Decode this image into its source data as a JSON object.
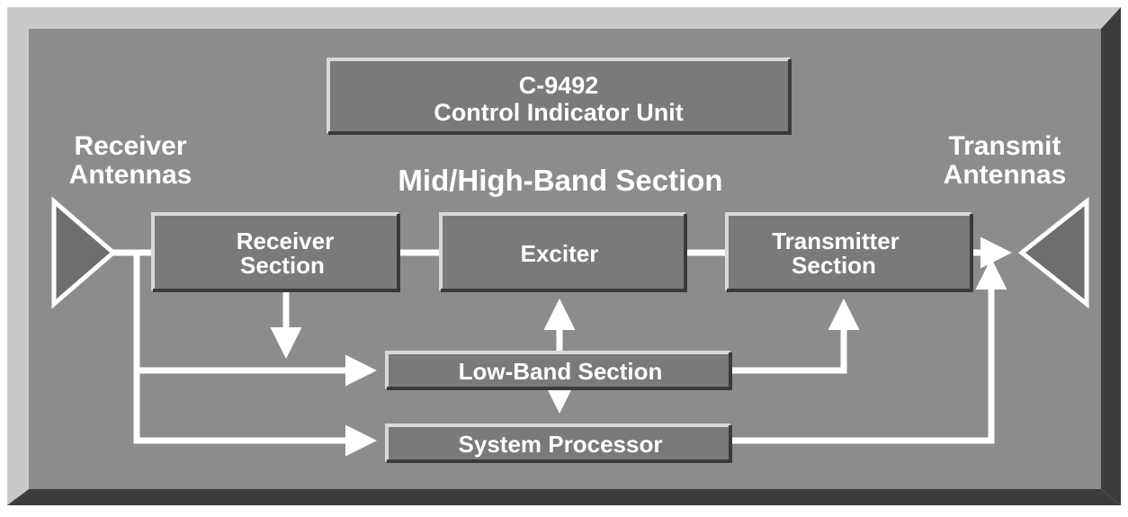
{
  "header": {
    "line1": "C-9492",
    "line2": "Control Indicator Unit"
  },
  "receiver_antennas": {
    "line1": "Receiver",
    "line2": "Antennas"
  },
  "transmit_antennas": {
    "line1": "Transmit",
    "line2": "Antennas"
  },
  "section_title": "Mid/High-Band Section",
  "blocks": {
    "receiver_section": {
      "line1": "Receiver",
      "line2": "Section"
    },
    "exciter": "Exciter",
    "transmitter_section": {
      "line1": "Transmitter",
      "line2": "Section"
    },
    "low_band_section": "Low-Band Section",
    "system_processor": "System Processor"
  },
  "colors": {
    "panel_face": "#8c8c8c",
    "panel_light": "#c8c8c8",
    "panel_dark": "#3c3c3c",
    "block_face": "#7a7a7a",
    "connector": "#ffffff",
    "antenna_fill": "#6e6e6e"
  }
}
